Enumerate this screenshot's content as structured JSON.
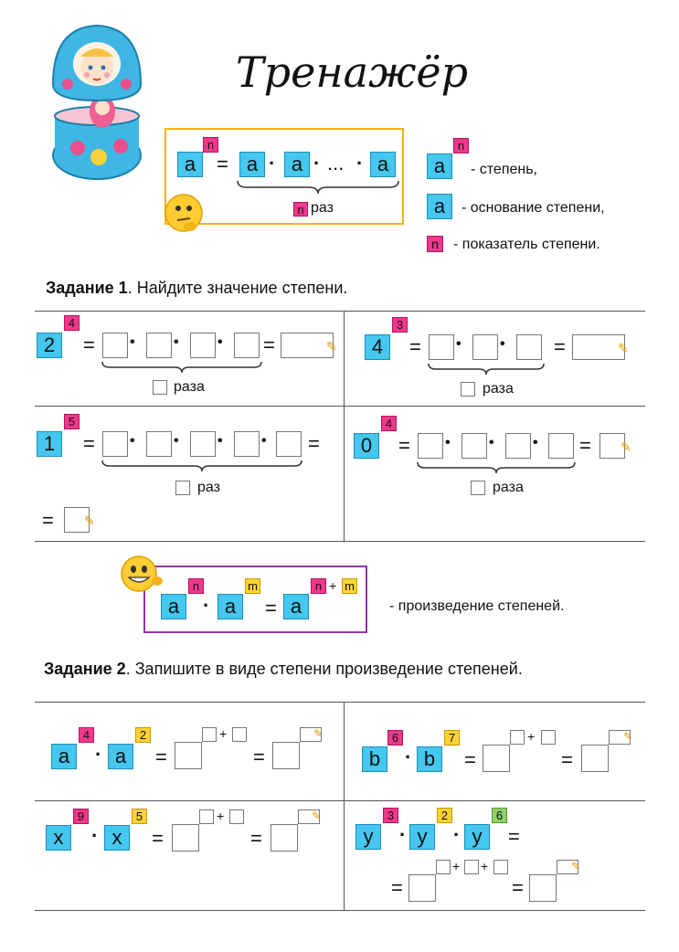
{
  "title": "Тренажёр",
  "definition": {
    "base": "a",
    "exponent": "n",
    "equals": "=",
    "product": [
      "a",
      "a",
      "a"
    ],
    "ellipsis": "...",
    "times_label": "раз",
    "legend": [
      {
        "tile": "a",
        "sup": "n",
        "text": "- степень,"
      },
      {
        "tile": "a",
        "text": "- основание степени,"
      },
      {
        "tile": "n",
        "text": "- показатель степени."
      }
    ]
  },
  "task1": {
    "heading_bold": "Задание 1",
    "heading_rest": ". Найдите значение степени.",
    "cells": [
      {
        "base": "2",
        "exp": "4",
        "label": "раза"
      },
      {
        "base": "4",
        "exp": "3",
        "label": "раза"
      },
      {
        "base": "1",
        "exp": "5",
        "label": "раз"
      },
      {
        "base": "0",
        "exp": "4",
        "label": "раза"
      }
    ]
  },
  "rule": {
    "a1": "a",
    "n": "n",
    "a2": "a",
    "m": "m",
    "a3": "a",
    "exp_sum": [
      "n",
      "+",
      "m"
    ],
    "text": "- произведение степеней."
  },
  "task2": {
    "heading_bold": "Задание 2",
    "heading_rest": ". Запишите в виде степени произведение степеней.",
    "items": [
      {
        "b1": "a",
        "e1": "4",
        "b2": "a",
        "e2": "2"
      },
      {
        "b1": "b",
        "e1": "6",
        "b2": "b",
        "e2": "7"
      },
      {
        "b1": "x",
        "e1": "9",
        "b2": "x",
        "e2": "5"
      },
      {
        "b1": "y",
        "e1": "3",
        "b2": "y",
        "e2": "2",
        "b3": "y",
        "e3": "6"
      }
    ]
  },
  "symbols": {
    "eq": "=",
    "dot": "•",
    "plus": "+",
    "cdot": "·"
  },
  "colors": {
    "cyan": "#45c7ef",
    "pink": "#f0388a",
    "yellow": "#ffd232",
    "green": "#8fd16a",
    "orange_frame": "#f2b418",
    "purple_frame": "#9b2fb0"
  }
}
